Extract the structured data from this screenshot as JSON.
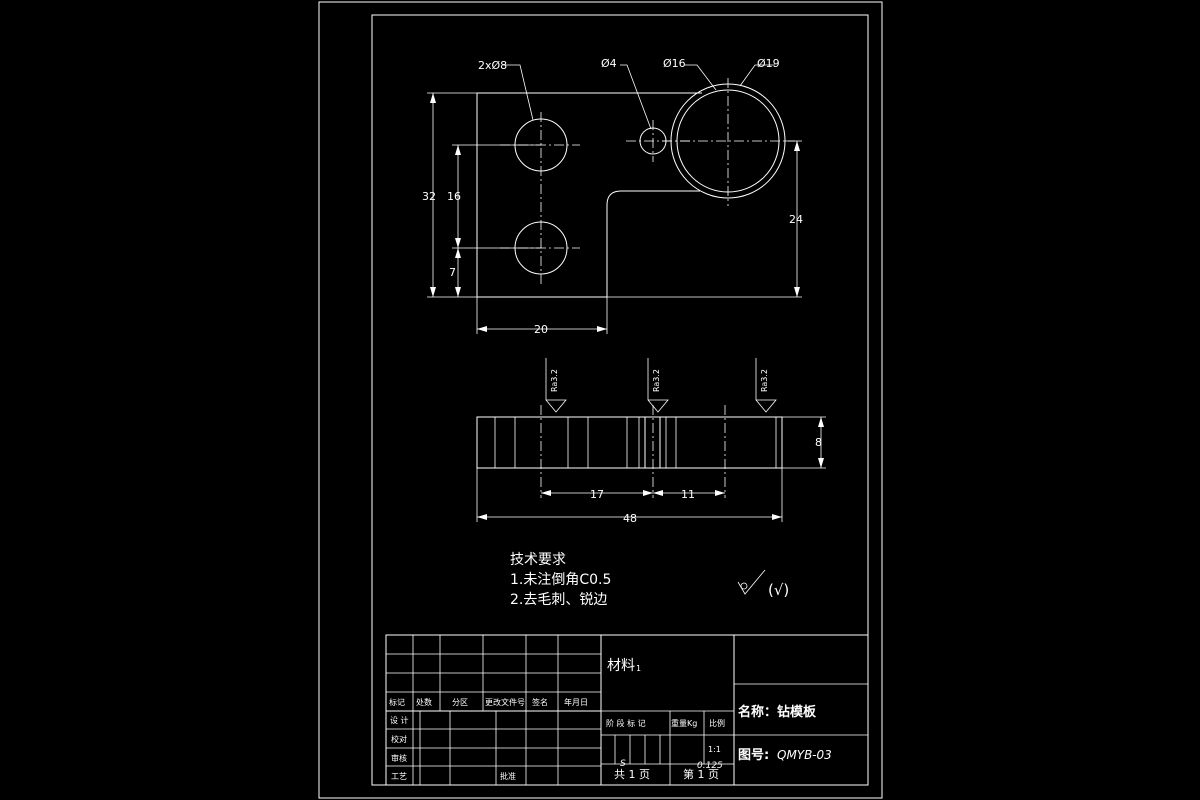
{
  "drawing": {
    "top_view_labels": {
      "holes_2x": "2xØ8",
      "hole_small": "Ø4",
      "hole_inner": "Ø16",
      "hole_outer": "Ø19",
      "dim_32": "32",
      "dim_16": "16",
      "dim_7": "7",
      "dim_20": "20",
      "dim_24": "24"
    },
    "section_labels": {
      "roughness": "Ra3.2",
      "dim_8": "8",
      "dim_17": "17",
      "dim_11": "11",
      "dim_48": "48"
    }
  },
  "notes": {
    "heading": "技术要求",
    "line1": "1.未注倒角C0.5",
    "line2": "2.去毛刺、锐边",
    "roughness_symbol": "(√)"
  },
  "title_block": {
    "material_label": "材料",
    "material_suffix": "1",
    "name": "名称：钻模板",
    "drawing_number_label": "图号:",
    "drawing_number": "QMYB-03",
    "rev_headers": [
      "标记",
      "处数",
      "分区",
      "更改文件号",
      "签名",
      "年月日"
    ],
    "role_design": "设 计",
    "role_check": "校对",
    "role_review": "审核",
    "role_process": "工艺",
    "approve": "批准",
    "stage_label": "阶 段 标 记",
    "weight_label": "重量Kg",
    "scale_label": "比例",
    "scale_value": "1:1",
    "stage_s": "S",
    "weight_value": "0.125",
    "total_pages": "共 1 页",
    "page_no": "第 1 页"
  }
}
